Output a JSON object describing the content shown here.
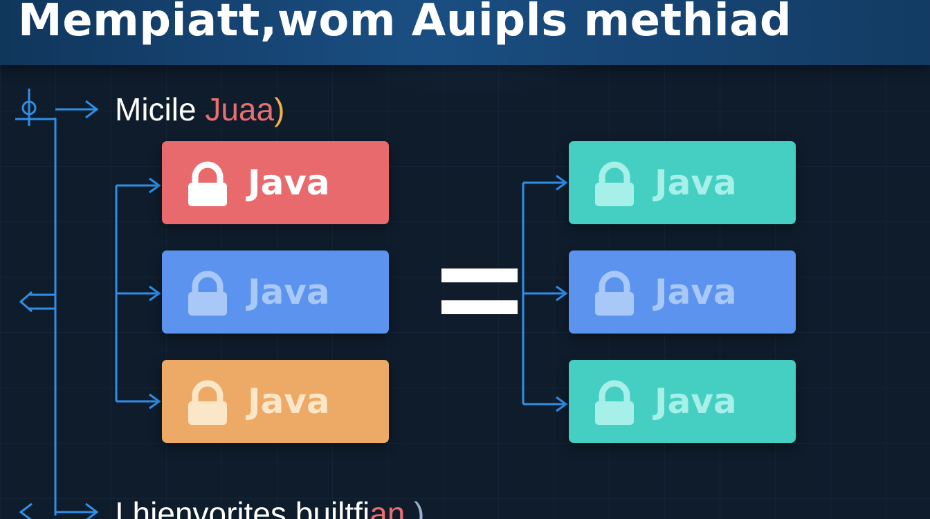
{
  "title": "Mempiatt,wom Auipls methiad",
  "heading": {
    "word": "Micile",
    "accent": "Juaa",
    "paren": ")"
  },
  "footer": {
    "word": "I hienvorites builtfi",
    "accent": "an",
    "paren": ")"
  },
  "left_boxes": [
    {
      "label": "Java",
      "color": "#e86a6c",
      "text_color": "#ffffff",
      "icon_color": "#ffffff"
    },
    {
      "label": "Java",
      "color": "#5b93ee",
      "text_color": "#a8c9f7",
      "icon_color": "#a8c9f7"
    },
    {
      "label": "Java",
      "color": "#ecaa66",
      "text_color": "#fbe6c8",
      "icon_color": "#fbe6c8"
    }
  ],
  "right_boxes": [
    {
      "label": "Java",
      "color": "#45cfc2",
      "text_color": "#a6f0e9",
      "icon_color": "#a6f0e9"
    },
    {
      "label": "Java",
      "color": "#5b93ee",
      "text_color": "#a8c9f7",
      "icon_color": "#a8c9f7"
    },
    {
      "label": "Java",
      "color": "#45cfc2",
      "text_color": "#a6f0e9",
      "icon_color": "#a6f0e9"
    }
  ],
  "connector_color": "#2f8fe8"
}
